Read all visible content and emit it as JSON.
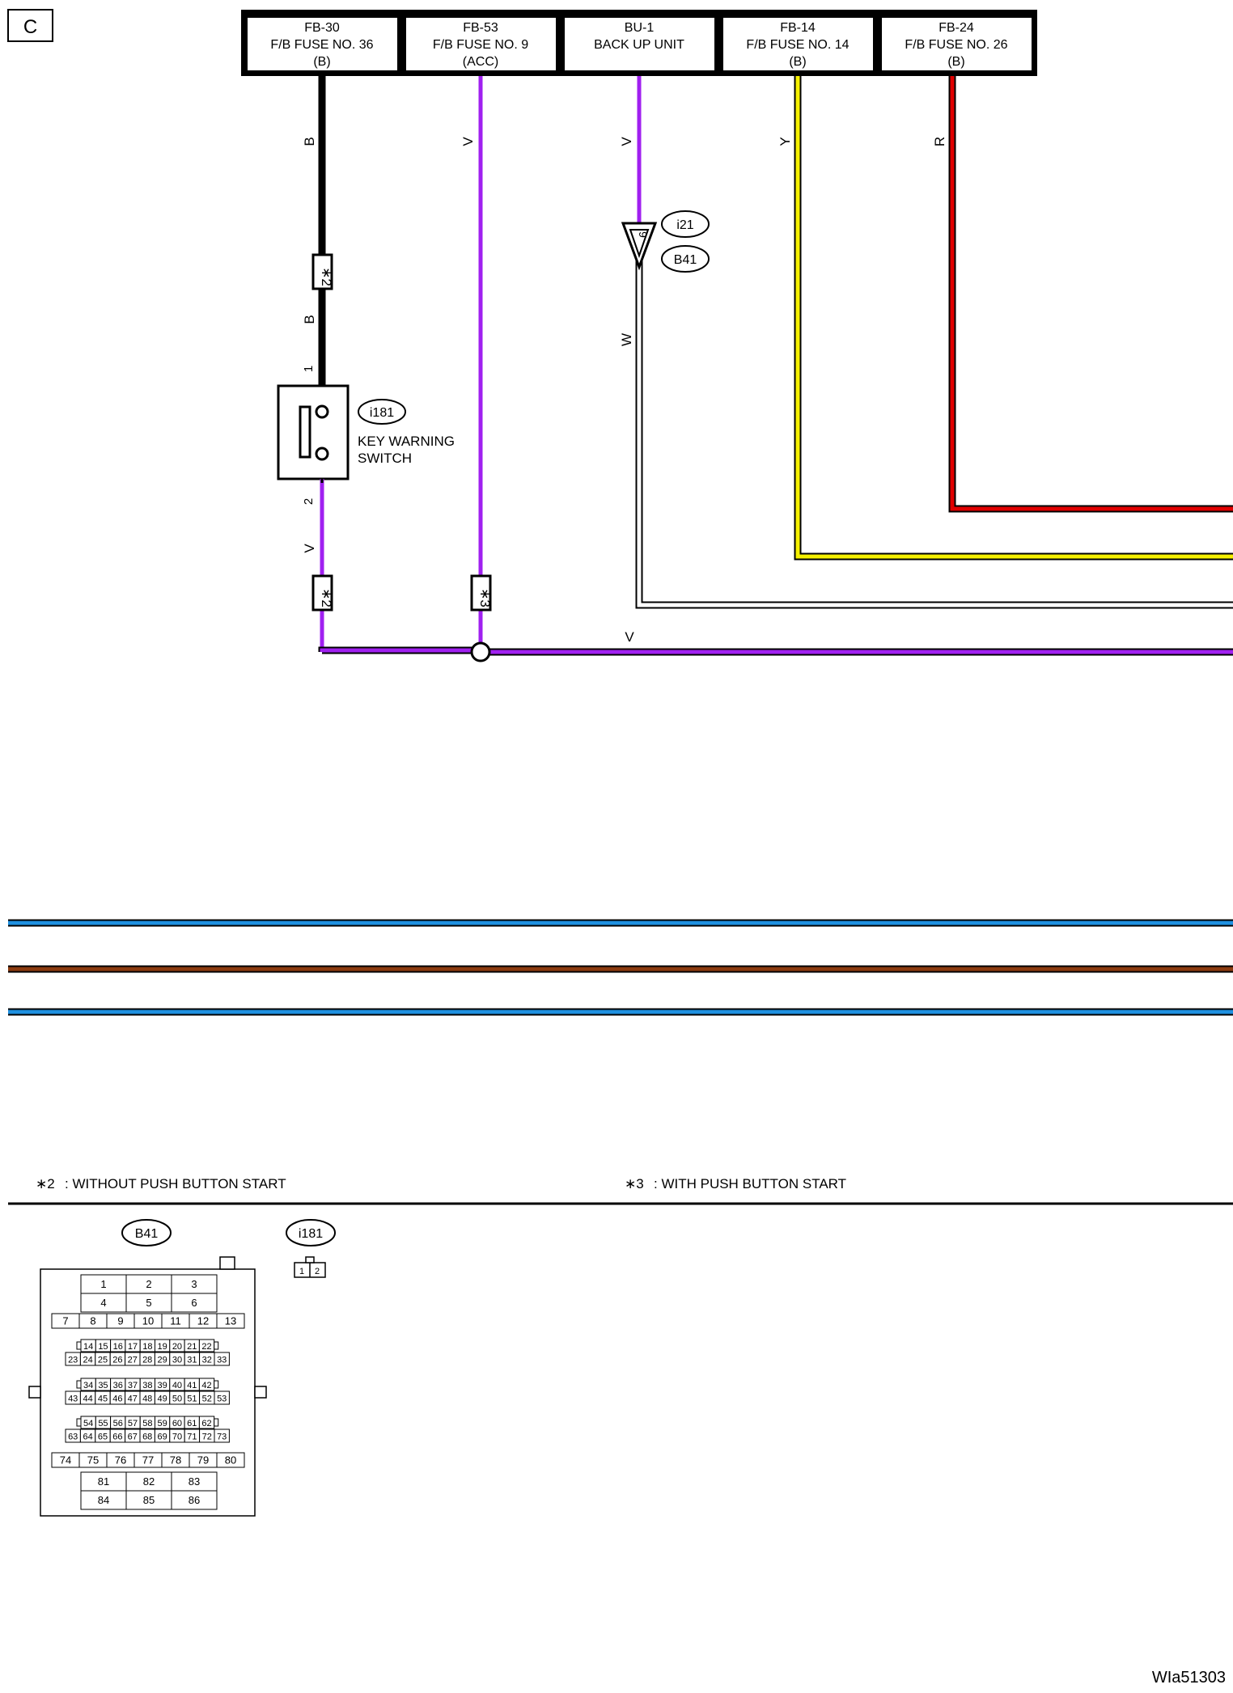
{
  "page_label": "C",
  "fuse_boxes": [
    {
      "id": "FB-30",
      "name": "F/B FUSE NO. 36",
      "note": "(B)"
    },
    {
      "id": "FB-53",
      "name": "F/B FUSE NO. 9",
      "note": "(ACC)"
    },
    {
      "id": "BU-1",
      "name": "BACK UP UNIT",
      "note": ""
    },
    {
      "id": "FB-14",
      "name": "F/B FUSE NO. 14",
      "note": "(B)"
    },
    {
      "id": "FB-24",
      "name": "F/B FUSE NO. 26",
      "note": "(B)"
    }
  ],
  "wire_labels": {
    "fb30_upper": "B",
    "fb30_lower": "B",
    "fb53": "V",
    "bu1_upper": "V",
    "bu1_lower": "W",
    "fb14": "Y",
    "fb24": "R",
    "switch_out": "V",
    "bus": "V"
  },
  "colors": {
    "B": "#000000",
    "V": "#a020f0",
    "Y": "#f5f000",
    "R": "#e00000",
    "W": "#ffffff",
    "blue": "#1e90e0",
    "brown": "#8b3a0f"
  },
  "markers": {
    "star2": "∗2",
    "star3": "∗3"
  },
  "connector_refs": {
    "i21": "i21",
    "b41": "B41",
    "i181": "i181"
  },
  "connector_pin": "9",
  "switch": {
    "pin1": "1",
    "pin2": "2",
    "name_line1": "KEY WARNING",
    "name_line2": "SWITCH"
  },
  "legend": [
    {
      "mark": "∗2",
      "text": ": WITHOUT PUSH BUTTON START"
    },
    {
      "mark": "∗3",
      "text": ": WITH PUSH BUTTON START"
    }
  ],
  "connectors": {
    "b41_label": "B41",
    "i181_label": "i181",
    "i181_pins": [
      "1",
      "2"
    ]
  },
  "doc_id": "WIa51303"
}
